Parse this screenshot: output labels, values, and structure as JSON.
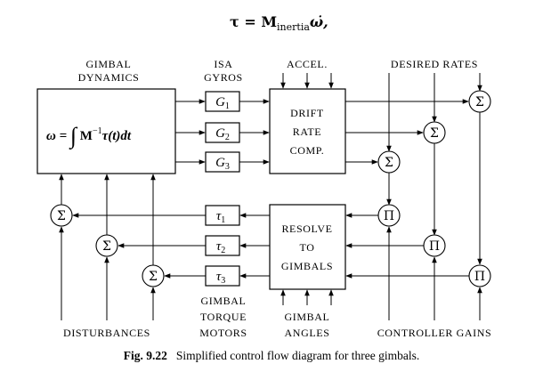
{
  "equation": {
    "text": "τ = M",
    "subscript": "inertia",
    "rhs": "ω̇,"
  },
  "headers": {
    "gimbal_dynamics_line1": "GIMBAL",
    "gimbal_dynamics_line2": "DYNAMICS",
    "isa_gyros_line1": "ISA",
    "isa_gyros_line2": "GYROS",
    "accel": "ACCEL.",
    "desired_rates": "DESIRED RATES"
  },
  "blocks": {
    "dynamics_formula_lhs": "ω =",
    "dynamics_formula_integral": "∫",
    "dynamics_formula_body": "M",
    "dynamics_formula_sup": "−1",
    "dynamics_formula_tail": "τ(t)dt",
    "gyros": [
      "G",
      "G",
      "G"
    ],
    "gyro_subscripts": [
      "1",
      "2",
      "3"
    ],
    "drift_lines": [
      "DRIFT",
      "RATE",
      "COMP."
    ],
    "resolve_lines": [
      "RESOLVE",
      "TO",
      "GIMBALS"
    ],
    "torques": [
      "τ",
      "τ",
      "τ"
    ],
    "torque_subscripts": [
      "1",
      "2",
      "3"
    ],
    "sum_symbol": "Σ",
    "product_symbol": "Π"
  },
  "footers": {
    "disturbances": "DISTURBANCES",
    "gimbal_torque_motors_line1": "GIMBAL",
    "gimbal_torque_motors_line2": "TORQUE",
    "gimbal_torque_motors_line3": "MOTORS",
    "gimbal_angles_line1": "GIMBAL",
    "gimbal_angles_line2": "ANGLES",
    "controller_gains": "CONTROLLER GAINS"
  },
  "caption": {
    "label": "Fig. 9.22",
    "text": "Simplified control flow diagram for three gimbals."
  }
}
